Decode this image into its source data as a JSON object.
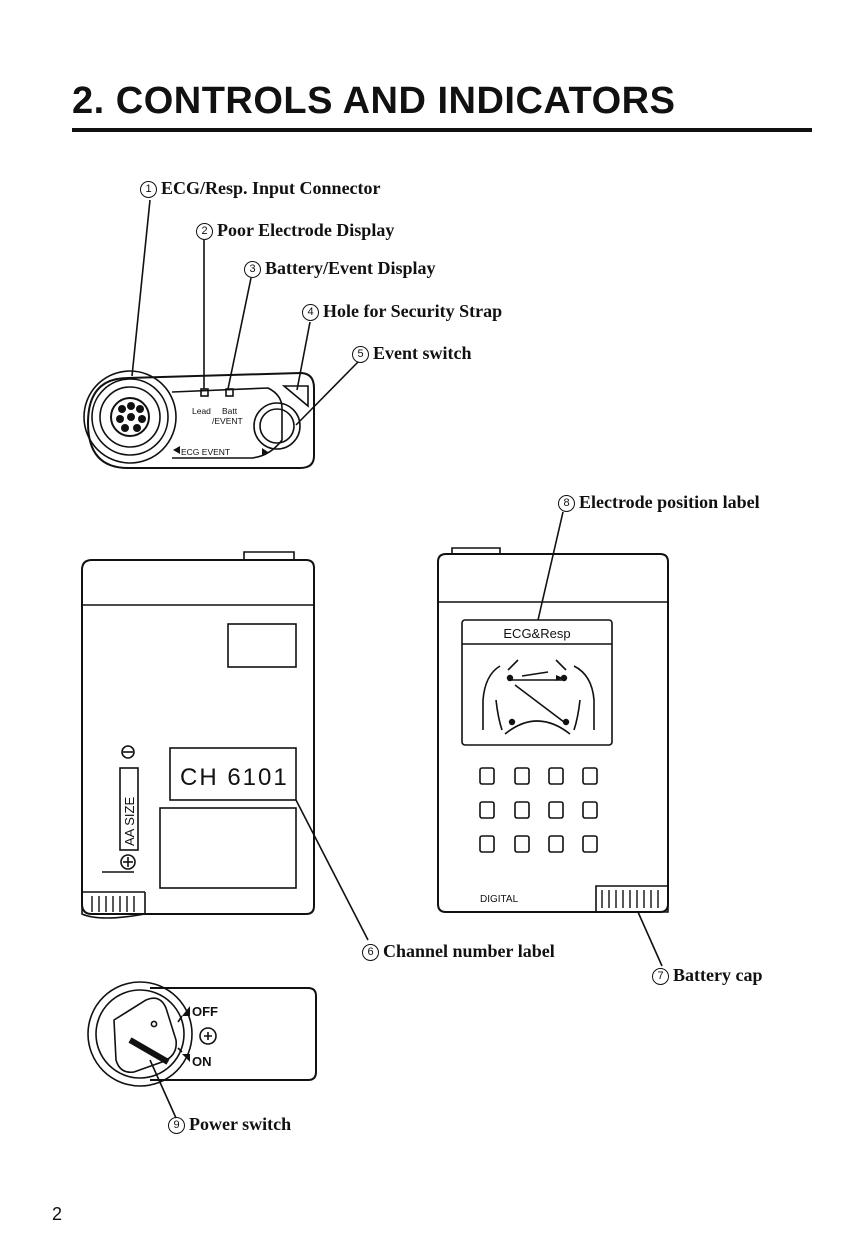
{
  "page": {
    "title": "2. CONTROLS AND INDICATORS",
    "page_number": "2"
  },
  "labels": [
    {
      "num": "1",
      "text": "ECG/Resp. Input Connector"
    },
    {
      "num": "2",
      "text": "Poor Electrode Display"
    },
    {
      "num": "3",
      "text": "Battery/Event Display"
    },
    {
      "num": "4",
      "text": "Hole for Security Strap"
    },
    {
      "num": "5",
      "text": "Event switch"
    },
    {
      "num": "6",
      "text": "Channel number label"
    },
    {
      "num": "7",
      "text": "Battery cap"
    },
    {
      "num": "8",
      "text": "Electrode position label"
    },
    {
      "num": "9",
      "text": "Power switch"
    }
  ],
  "device_top": {
    "lead": "Lead",
    "batt": "Batt",
    "event": "/EVENT",
    "ecg_event": "ECG  EVENT"
  },
  "device_side": {
    "channel_label": "CH 6101",
    "battery_size": "AA SIZE"
  },
  "device_back": {
    "electrode_label_title": "ECG&Resp",
    "digital": "DIGITAL"
  },
  "power": {
    "off": "OFF",
    "on": "ON"
  }
}
